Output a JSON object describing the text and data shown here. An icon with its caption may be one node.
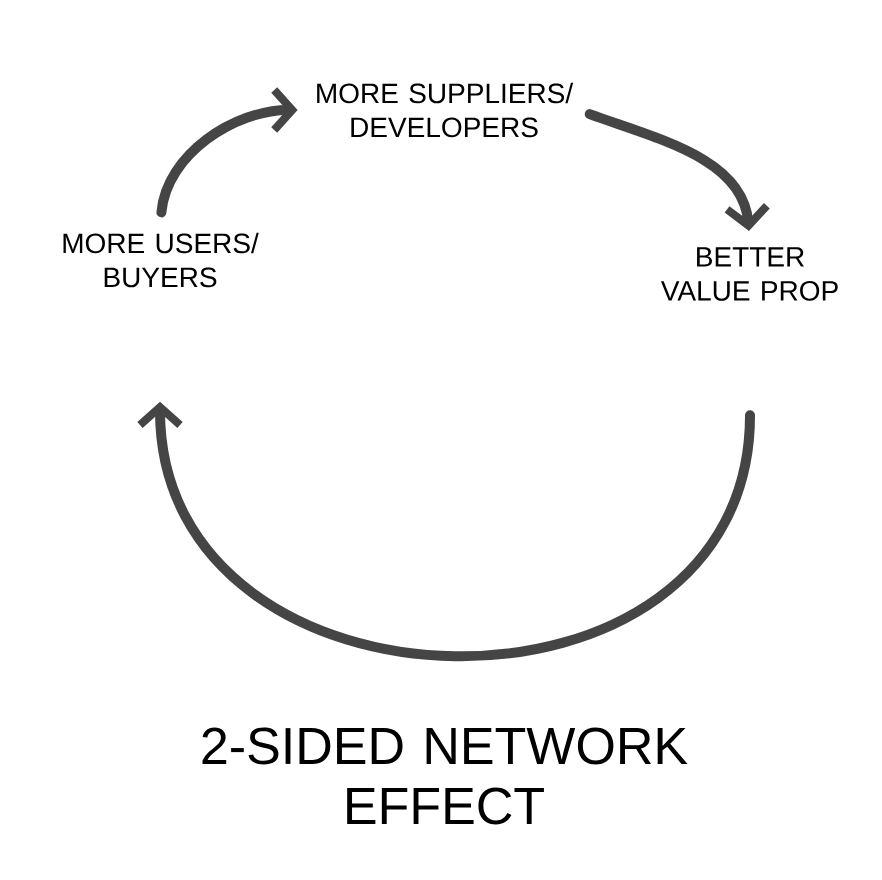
{
  "diagram": {
    "caption": "2-SIDED NETWORK EFFECT",
    "nodes": [
      {
        "text": [
          "MORE SUPPLIERS/ DEVELOPERS"
        ]
      },
      {
        "text": [
          "BETTER VALUE PROP"
        ]
      },
      {
        "text": [
          "MORE USERS/ BUYERS"
        ]
      }
    ],
    "edges": [
      {
        "from": 0,
        "to": 1,
        "arrow": "to"
      },
      {
        "from": 1,
        "to": 2,
        "arrow": "to"
      },
      {
        "from": 2,
        "to": 0,
        "arrow": "to"
      }
    ]
  }
}
